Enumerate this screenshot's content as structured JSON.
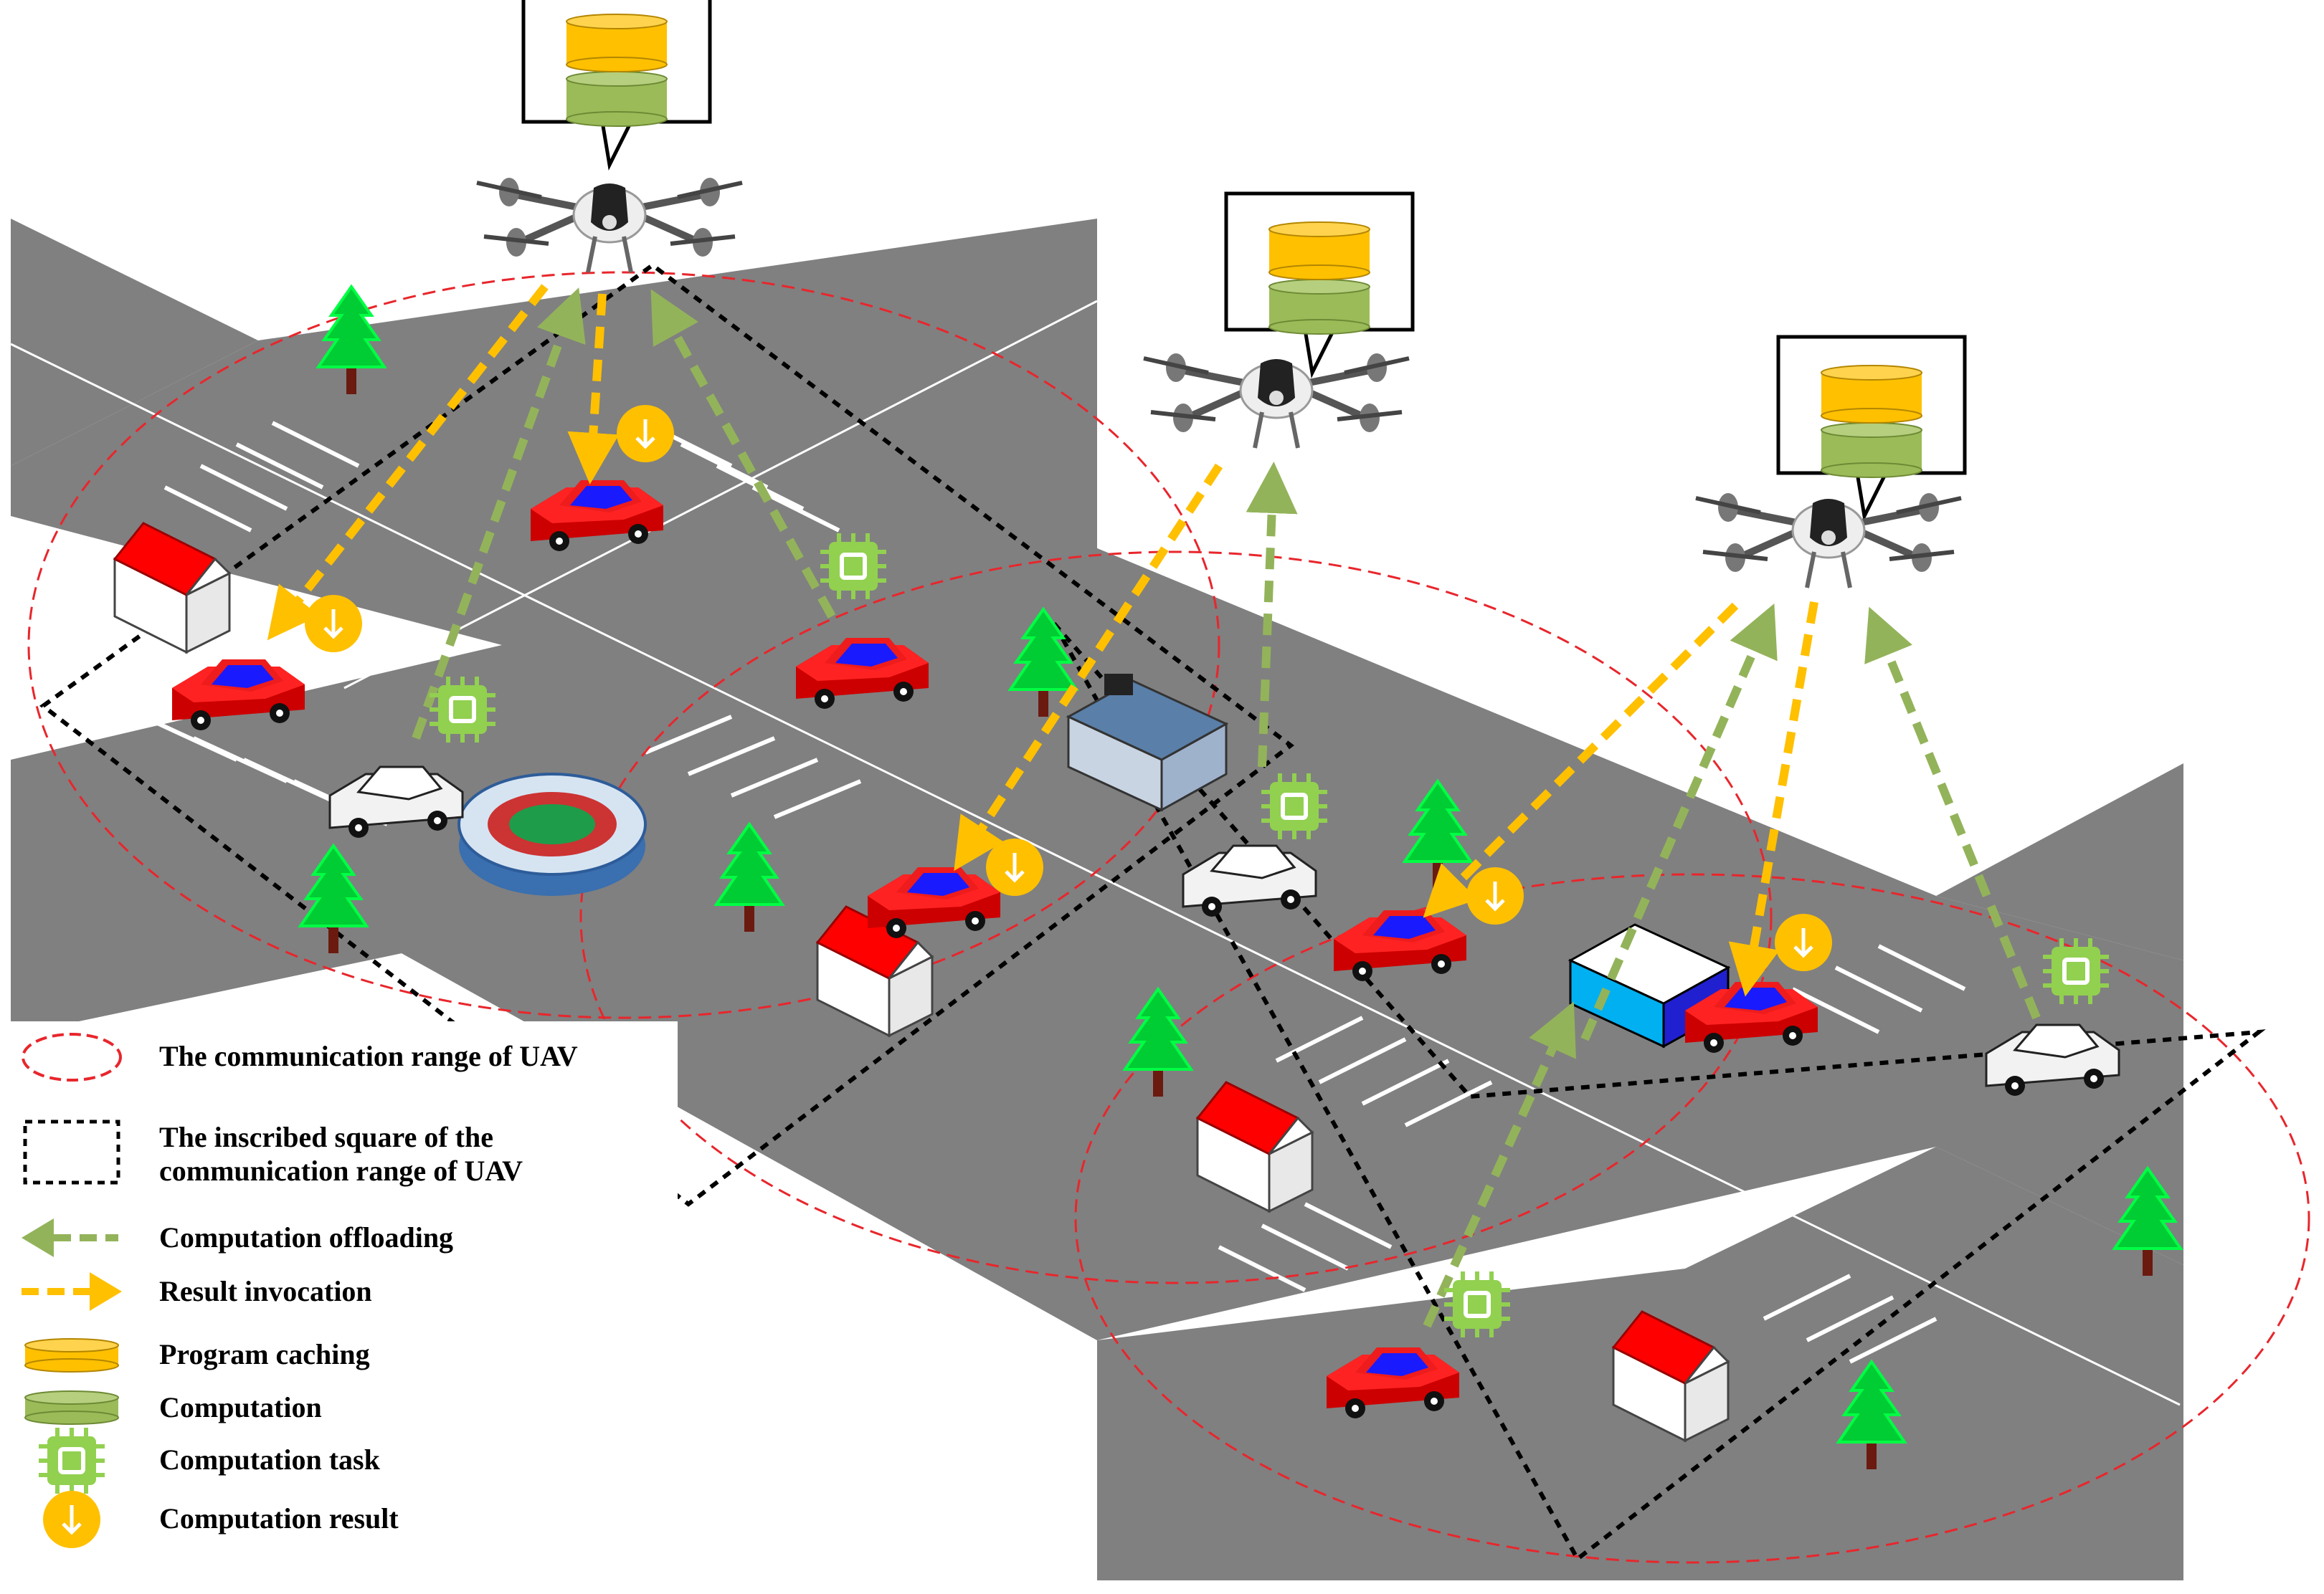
{
  "legend": {
    "range_label": "The communication range of UAV",
    "square_label_line1": "The inscribed square of the",
    "square_label_line2": "communication range of UAV",
    "offloading_label": "Computation offloading",
    "invocation_label": "Result invocation",
    "caching_label": "Program caching",
    "computation_label": "Computation",
    "task_label": "Computation task",
    "result_label": "Computation result"
  },
  "colors": {
    "road": "#808080",
    "lane_mark": "#ffffff",
    "range_circle": "#e8262c",
    "inscribed_square": "#000000",
    "offloading_arrow": "#93b35a",
    "invocation_arrow": "#ffc000",
    "program_caching": "#ffc000",
    "computation": "#9bbb59",
    "computation_task": "#92d050",
    "computation_result": "#ffc000",
    "car_red": "#ee1c1c",
    "car_white": "#ffffff",
    "tree": "#00cc33",
    "roof": "#ff0000"
  },
  "icons": [
    "uav-drone-icon",
    "car-icon",
    "tree-icon",
    "house-icon",
    "stadium-icon",
    "office-building-icon",
    "chip-icon",
    "download-circle-icon"
  ]
}
